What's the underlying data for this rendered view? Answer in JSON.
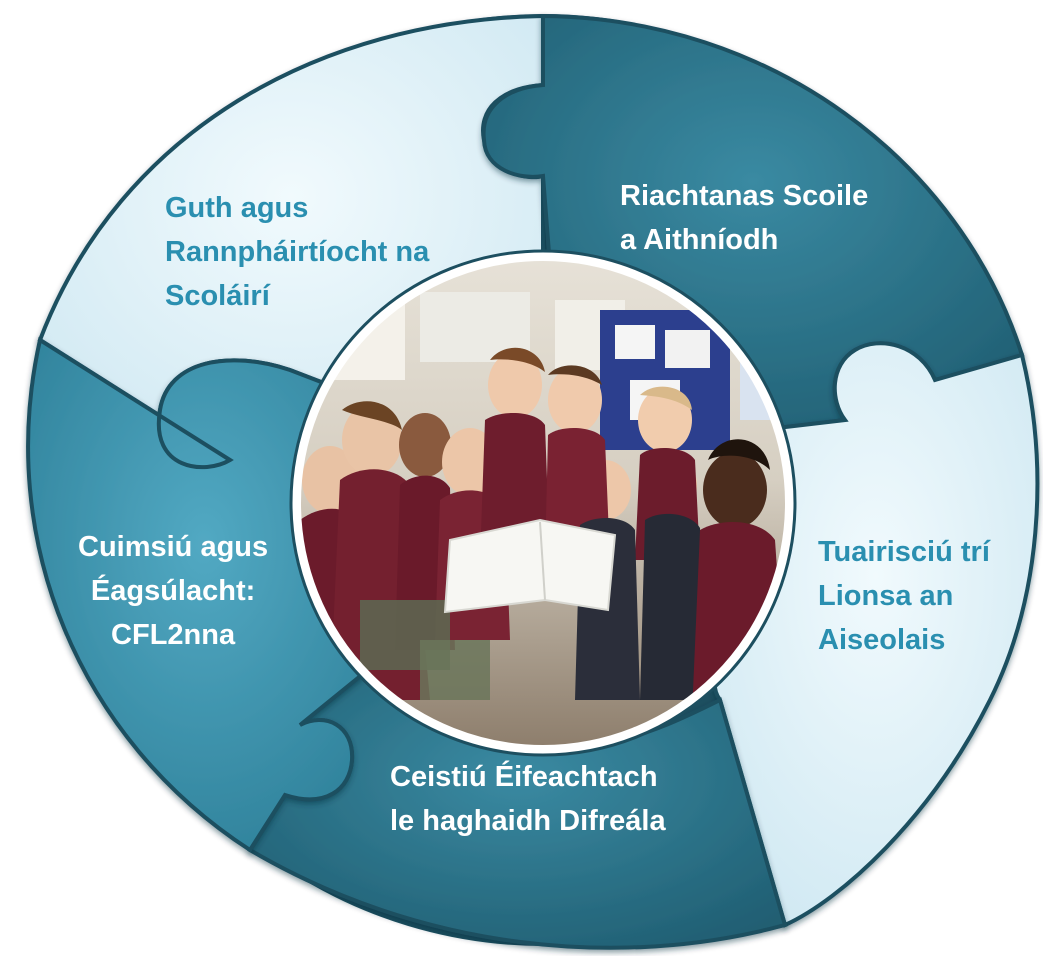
{
  "segments": [
    {
      "id": "student-voice",
      "lines": [
        "Guth agus",
        "Rannpháirtíocht na",
        "Scoláirí"
      ],
      "fill": "#dff1f8",
      "text_color": "#2a8fb0"
    },
    {
      "id": "school-need",
      "lines": [
        "Riachtanas Scoile",
        "a Aithníodh"
      ],
      "fill": "#2a6f85",
      "text_color": "#ffffff"
    },
    {
      "id": "feedback-reporting",
      "lines": [
        "Tuairisciú trí",
        "Lionsa an",
        "Aiseolais"
      ],
      "fill": "#dff1f8",
      "text_color": "#2a8fb0"
    },
    {
      "id": "effective-questioning",
      "lines": [
        "Ceistiú Éifeachtach",
        "le haghaidh Difreála"
      ],
      "fill": "#2a6f85",
      "text_color": "#ffffff"
    },
    {
      "id": "inclusion-diversity",
      "lines": [
        "Cuimsiú agus",
        "Éagsúlacht:",
        "CFL2nna"
      ],
      "fill": "#3b93ad",
      "text_color": "#ffffff"
    }
  ],
  "center_photo": {
    "description_icon": "students-group-photo"
  },
  "colors": {
    "outline": "#1d4f60",
    "photo_ring": "#ffffff"
  }
}
